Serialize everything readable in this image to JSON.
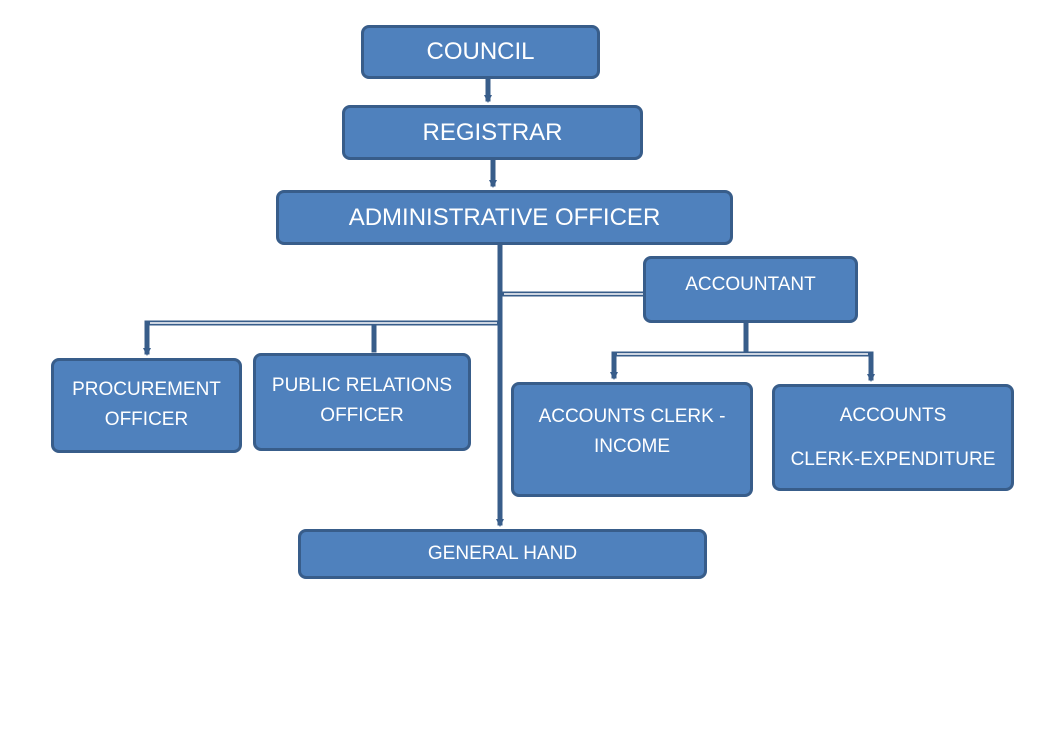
{
  "org_chart": {
    "council": "COUNCIL",
    "registrar": "REGISTRAR",
    "administrative_officer": "ADMINISTRATIVE OFFICER",
    "accountant": "ACCOUNTANT",
    "procurement_officer": [
      "PROCUREMENT",
      "OFFICER"
    ],
    "public_relations_officer": [
      "PUBLIC RELATIONS",
      "OFFICER"
    ],
    "accounts_clerk_income": [
      "ACCOUNTS CLERK -",
      "INCOME"
    ],
    "accounts_clerk_expenditure": [
      "ACCOUNTS",
      "CLERK-EXPENDITURE"
    ],
    "general_hand": "GENERAL HAND"
  },
  "colors": {
    "box_fill": "#4f81bd",
    "box_border": "#385d8a",
    "text": "#ffffff",
    "connector": "#385d8a"
  }
}
